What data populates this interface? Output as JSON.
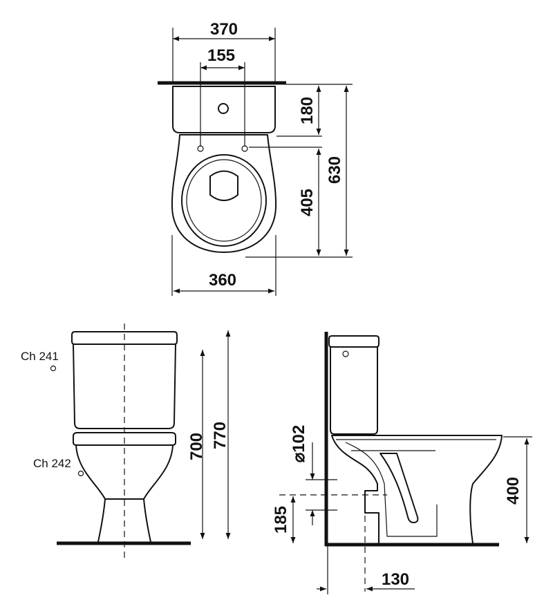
{
  "top_view": {
    "dims": {
      "width_cistern": "370",
      "fixing_spacing": "155",
      "cistern_depth": "180",
      "total_depth": "630",
      "bowl_depth": "405",
      "bowl_width": "360"
    }
  },
  "front_view": {
    "labels": {
      "cistern_code": "Ch 241",
      "bowl_code": "Ch 242"
    },
    "dims": {
      "height_bowl_cistern": "700",
      "total_height": "770"
    }
  },
  "side_view": {
    "dims": {
      "outlet_diameter": "⌀102",
      "seat_height": "400",
      "outlet_height": "185",
      "outlet_offset": "130"
    }
  },
  "colors": {
    "line": "#111111",
    "background": "#ffffff"
  }
}
